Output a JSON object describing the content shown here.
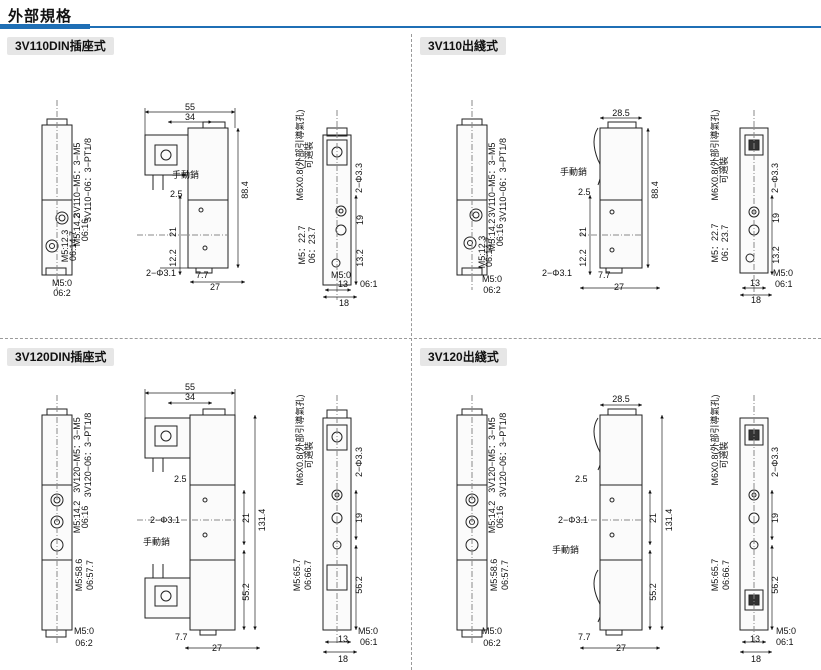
{
  "header": {
    "title": "外部規格"
  },
  "sections": {
    "q1": {
      "label": "3V110DIN插座式"
    },
    "q2": {
      "label": "3V110出綫式"
    },
    "q3": {
      "label": "3V120DIN插座式"
    },
    "q4": {
      "label": "3V120出綫式"
    }
  },
  "dims": {
    "d55": "55",
    "d34": "34",
    "d28_5": "28.5",
    "d88_4": "88.4",
    "d131_4": "131.4",
    "d2_5": "2.5",
    "d21": "21",
    "d12_2": "12.2",
    "d7_7": "7.7",
    "d27": "27",
    "d3_1": "2−Φ3.1",
    "d3_3": "2−Φ3.3",
    "d19": "19",
    "d13_2": "13.2",
    "d55_2": "55.2",
    "d56_2": "56.2",
    "d13": "13",
    "d18": "18",
    "m5_0": "M5:0",
    "c06_2": "06:2",
    "c06_1": "06:1",
    "port_m5": "3V110−M5：3−M5",
    "port_06": "3V110−06：3−PT1/8",
    "port120_m5": "3V120−M5：3−M5",
    "port120_06": "3V120−06：3−PT1/8",
    "m14_2": "M5:14.2",
    "c16_16": "06:16",
    "m12_3": "M5:12.3",
    "c14_7": "06:14.7",
    "m22_7": "M5：22.7",
    "c23_7": "06：23.7",
    "m58_6": "M5:58.6",
    "c57_7": "06:57.7",
    "m65_7": "M5:65.7",
    "c66_7": "06:66.7",
    "m6x": "M6X0.8(外部引導氣孔)",
    "kexuan": "可選裝",
    "manual": "手動銷"
  }
}
